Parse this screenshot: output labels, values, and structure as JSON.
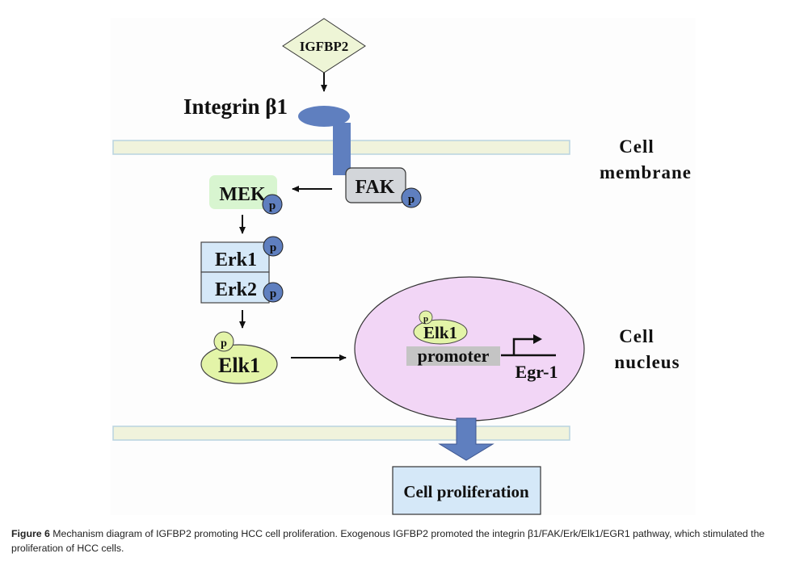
{
  "diagram": {
    "ligand": "IGFBP2",
    "receptor_label": "Integrin β1",
    "kinases": {
      "fak": "FAK",
      "mek": "MEK",
      "erk1": "Erk1",
      "erk2": "Erk2",
      "elk1": "Elk1"
    },
    "phospho_label": "p",
    "nucleus": {
      "elk1": "Elk1",
      "promoter": "promoter",
      "gene": "Egr-1"
    },
    "outcome": "Cell proliferation",
    "compartments": {
      "membrane_line1": "Cell",
      "membrane_line2": "membrane",
      "nucleus_line1": "Cell",
      "nucleus_line2": "nucleus"
    },
    "colors": {
      "integrin": "#5f7fbf",
      "phospho": "#5f7fbf",
      "membrane": "#f0f3dc",
      "membrane_border": "#b9d3e0",
      "mek": "#d8f5d0",
      "fak": "#d3d6da",
      "erk": "#d5e8f8",
      "elk1": "#e3f4a8",
      "nucleus": "#f2d6f6",
      "promoter": "#c4c4c4",
      "ligand": "#eef5d6",
      "outcome": "#d5e8f8"
    }
  },
  "caption": {
    "label": "Figure 6",
    "text": " Mechanism diagram of IGFBP2 promoting HCC cell proliferation. Exogenous IGFBP2 promoted the integrin β1/FAK/Erk/Elk1/EGR1 pathway, which stimulated the proliferation of HCC cells."
  }
}
